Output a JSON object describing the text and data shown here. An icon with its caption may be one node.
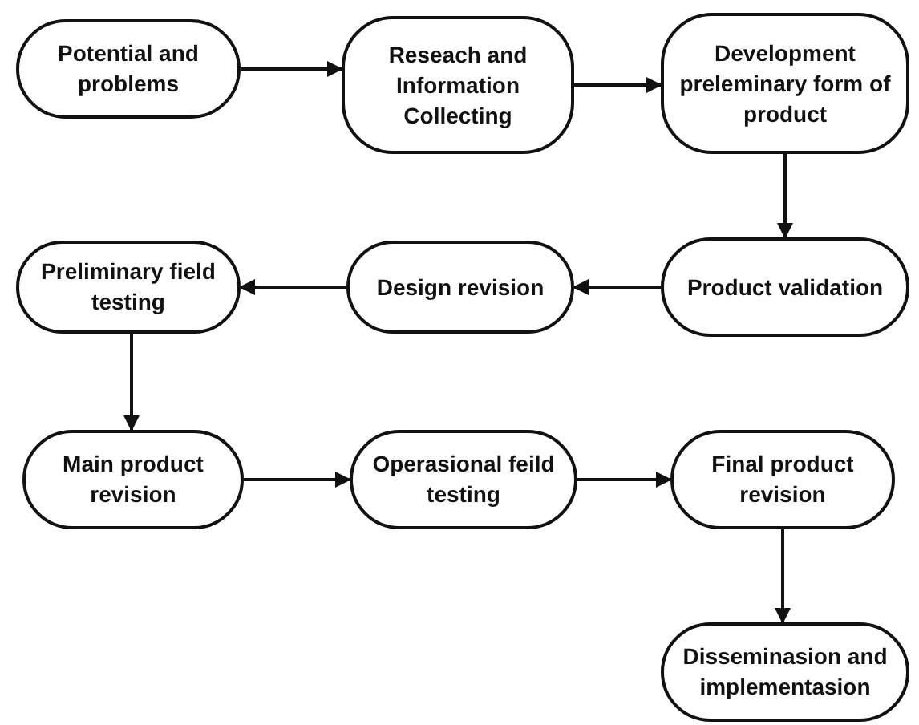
{
  "diagram": {
    "nodes": [
      {
        "text": [
          "Potential and problems"
        ]
      },
      {
        "text": [
          "Reseach and Information Collecting"
        ]
      },
      {
        "text": [
          "Development preleminary form of product"
        ]
      },
      {
        "text": [
          "Product validation"
        ]
      },
      {
        "text": [
          "Design revision"
        ]
      },
      {
        "text": [
          "Preliminary field testing"
        ]
      },
      {
        "text": [
          "Main product revision"
        ]
      },
      {
        "text": [
          "Operasional feild testing"
        ]
      },
      {
        "text": [
          "Final product revision"
        ]
      },
      {
        "text": [
          "Disseminasion and implementasion"
        ]
      }
    ],
    "edges": [
      {
        "from": 0,
        "to": 1,
        "arrow": "to"
      },
      {
        "from": 1,
        "to": 2,
        "arrow": "to"
      },
      {
        "from": 2,
        "to": 3,
        "arrow": "to"
      },
      {
        "from": 3,
        "to": 4,
        "arrow": "to"
      },
      {
        "from": 4,
        "to": 5,
        "arrow": "to"
      },
      {
        "from": 5,
        "to": 6,
        "arrow": "to"
      },
      {
        "from": 6,
        "to": 7,
        "arrow": "to"
      },
      {
        "from": 7,
        "to": 8,
        "arrow": "to"
      },
      {
        "from": 8,
        "to": 9,
        "arrow": "to"
      }
    ]
  }
}
